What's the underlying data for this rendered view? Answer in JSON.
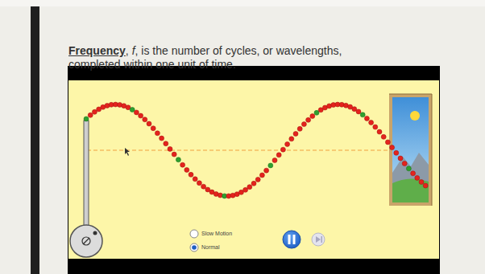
{
  "diagram": {
    "labels": [
      "Frequency",
      ",",
      "f",
      ", is the number of cycles, or wavelengths, completed within one unit of time.",
      "Slow Motion",
      "Normal"
    ]
  }
}
